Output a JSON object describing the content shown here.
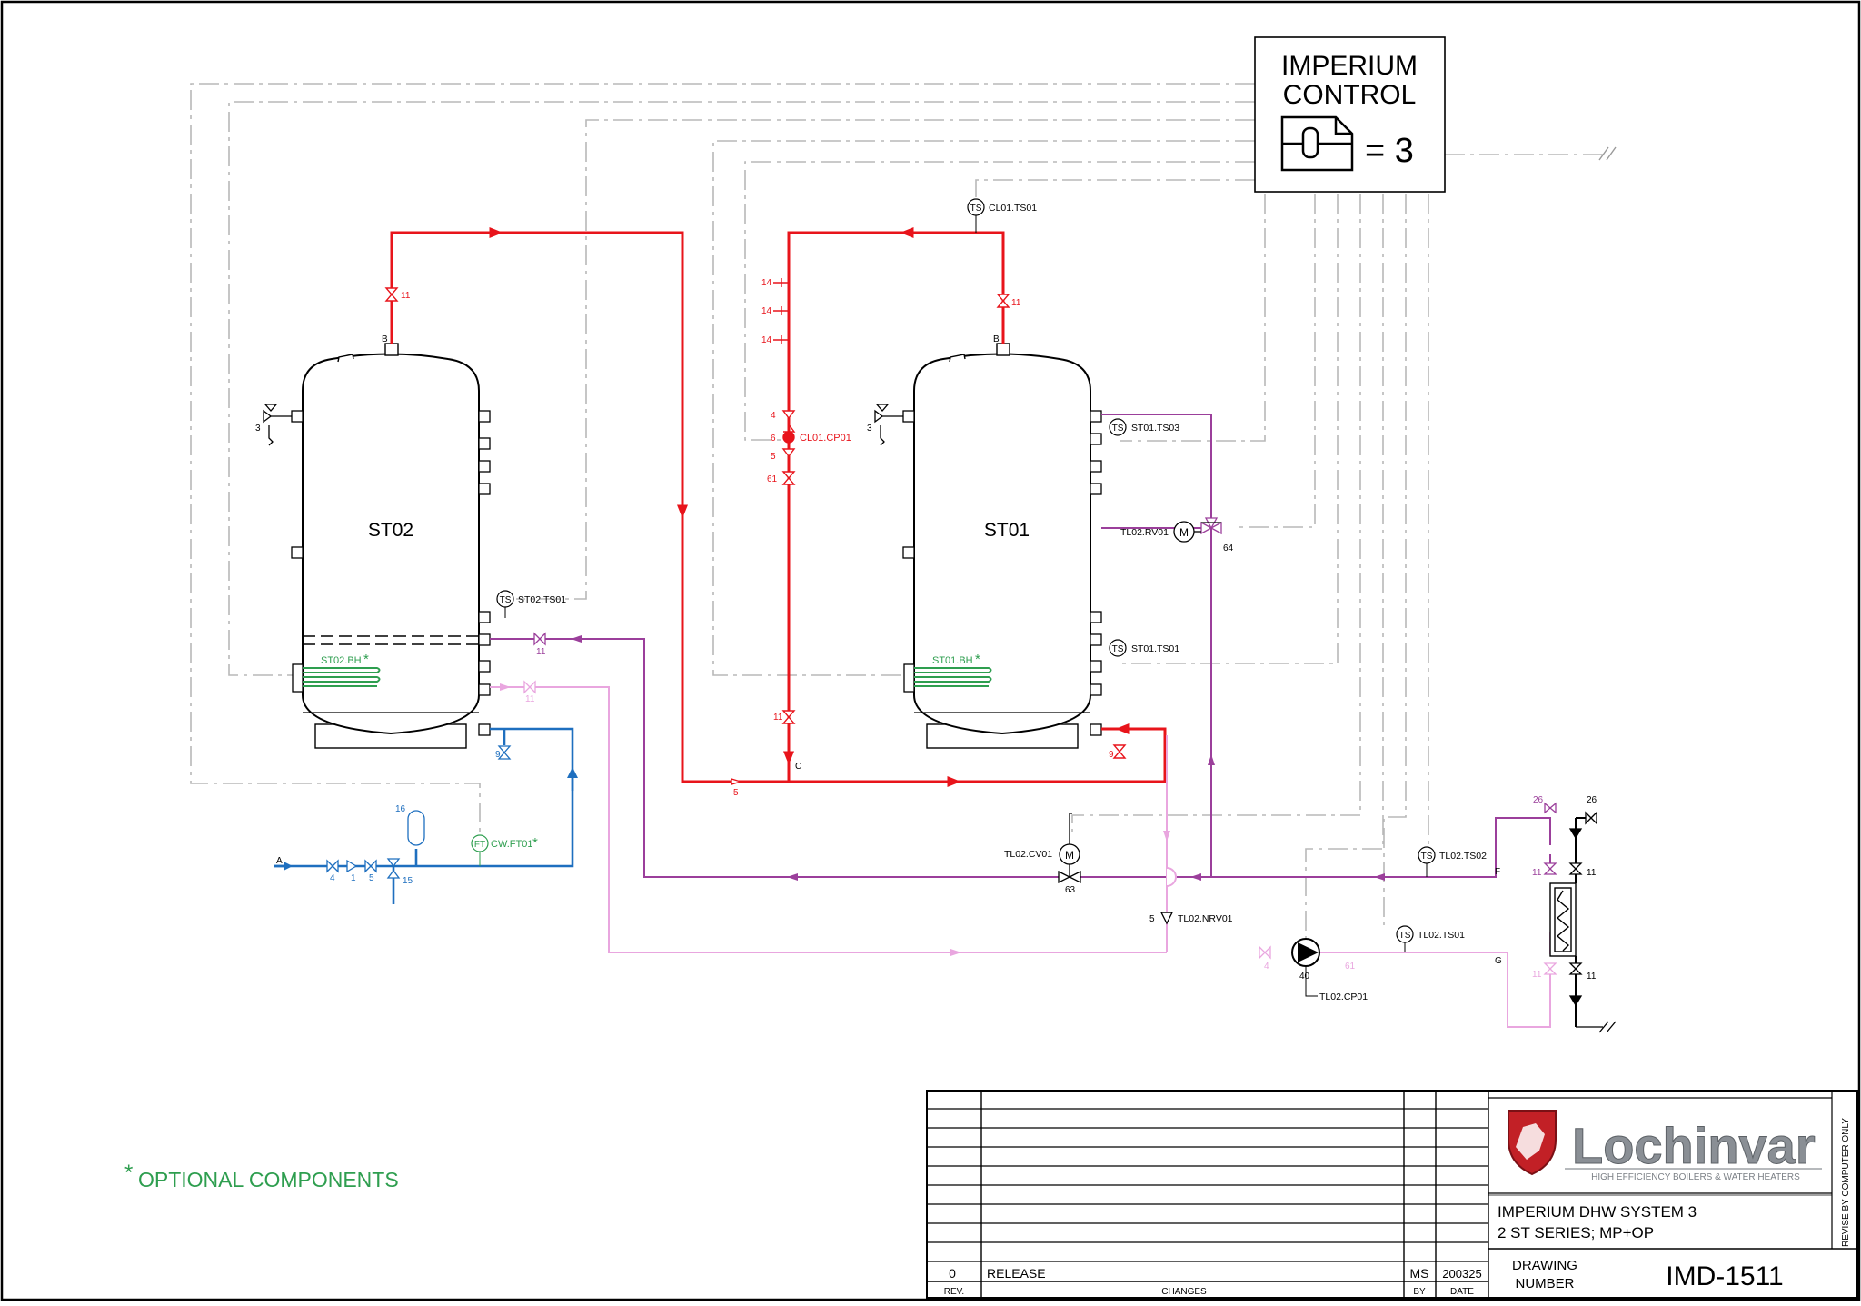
{
  "control": {
    "title_line1": "IMPERIUM",
    "title_line2": "CONTROL",
    "count": "= 3"
  },
  "tanks": {
    "st02": "ST02",
    "st01": "ST01"
  },
  "port_labels": {
    "b": "B",
    "c": "C",
    "a": "A",
    "f": "F",
    "g": "G"
  },
  "sensors": {
    "cl01_ts01": "CL01.TS01",
    "st02_ts01": "ST02.TS01",
    "st01_ts03": "ST01.TS03",
    "st01_ts01": "ST01.TS01",
    "tl02_ts02": "TL02.TS02",
    "tl02_ts01": "TL02.TS01",
    "cw_ft01": "CW.FT01",
    "ts": "TS",
    "ft": "FT"
  },
  "components": {
    "cl01_cp01": "CL01.CP01",
    "st02_bh": "ST02.BH",
    "st01_bh": "ST01.BH",
    "tl02_rv01": "TL02.RV01",
    "tl02_cv01": "TL02.CV01",
    "tl02_nrv01": "TL02.NRV01",
    "tl02_cp01": "TL02.CP01",
    "motor": "M",
    "asterisk": "*"
  },
  "numbers": {
    "n11": "11",
    "n14": "14",
    "n4": "4",
    "n6": "6",
    "n5": "5",
    "n61": "61",
    "n3": "3",
    "n9": "9",
    "n16": "16",
    "n1": "1",
    "n15": "15",
    "n63": "63",
    "n64": "64",
    "n40": "40",
    "n26": "26"
  },
  "legend": {
    "asterisk": "*",
    "text": "OPTIONAL COMPONENTS"
  },
  "title_block": {
    "brand": "Lochinvar",
    "tagline": "HIGH EFFICIENCY BOILERS & WATER HEATERS",
    "title_line1": "IMPERIUM DHW SYSTEM 3",
    "title_line2": "2 ST SERIES; MP+OP",
    "drawing_number_label_1": "DRAWING",
    "drawing_number_label_2": "NUMBER",
    "drawing_number": "IMD-1511",
    "side_note": "REVISE BY COMPUTER ONLY",
    "revision": {
      "rev": "0",
      "change": "RELEASE",
      "by": "MS",
      "date": "200325"
    },
    "headers": {
      "rev": "REV.",
      "changes": "CHANGES",
      "by": "BY",
      "date": "DATE"
    }
  },
  "colors": {
    "hot": "#e8141b",
    "cold": "#1e6fbf",
    "recirc": "#9b3f9b",
    "return_pink": "#e9a6df",
    "heater": "#2e9e4f",
    "control_wire": "#b5b5b5"
  }
}
